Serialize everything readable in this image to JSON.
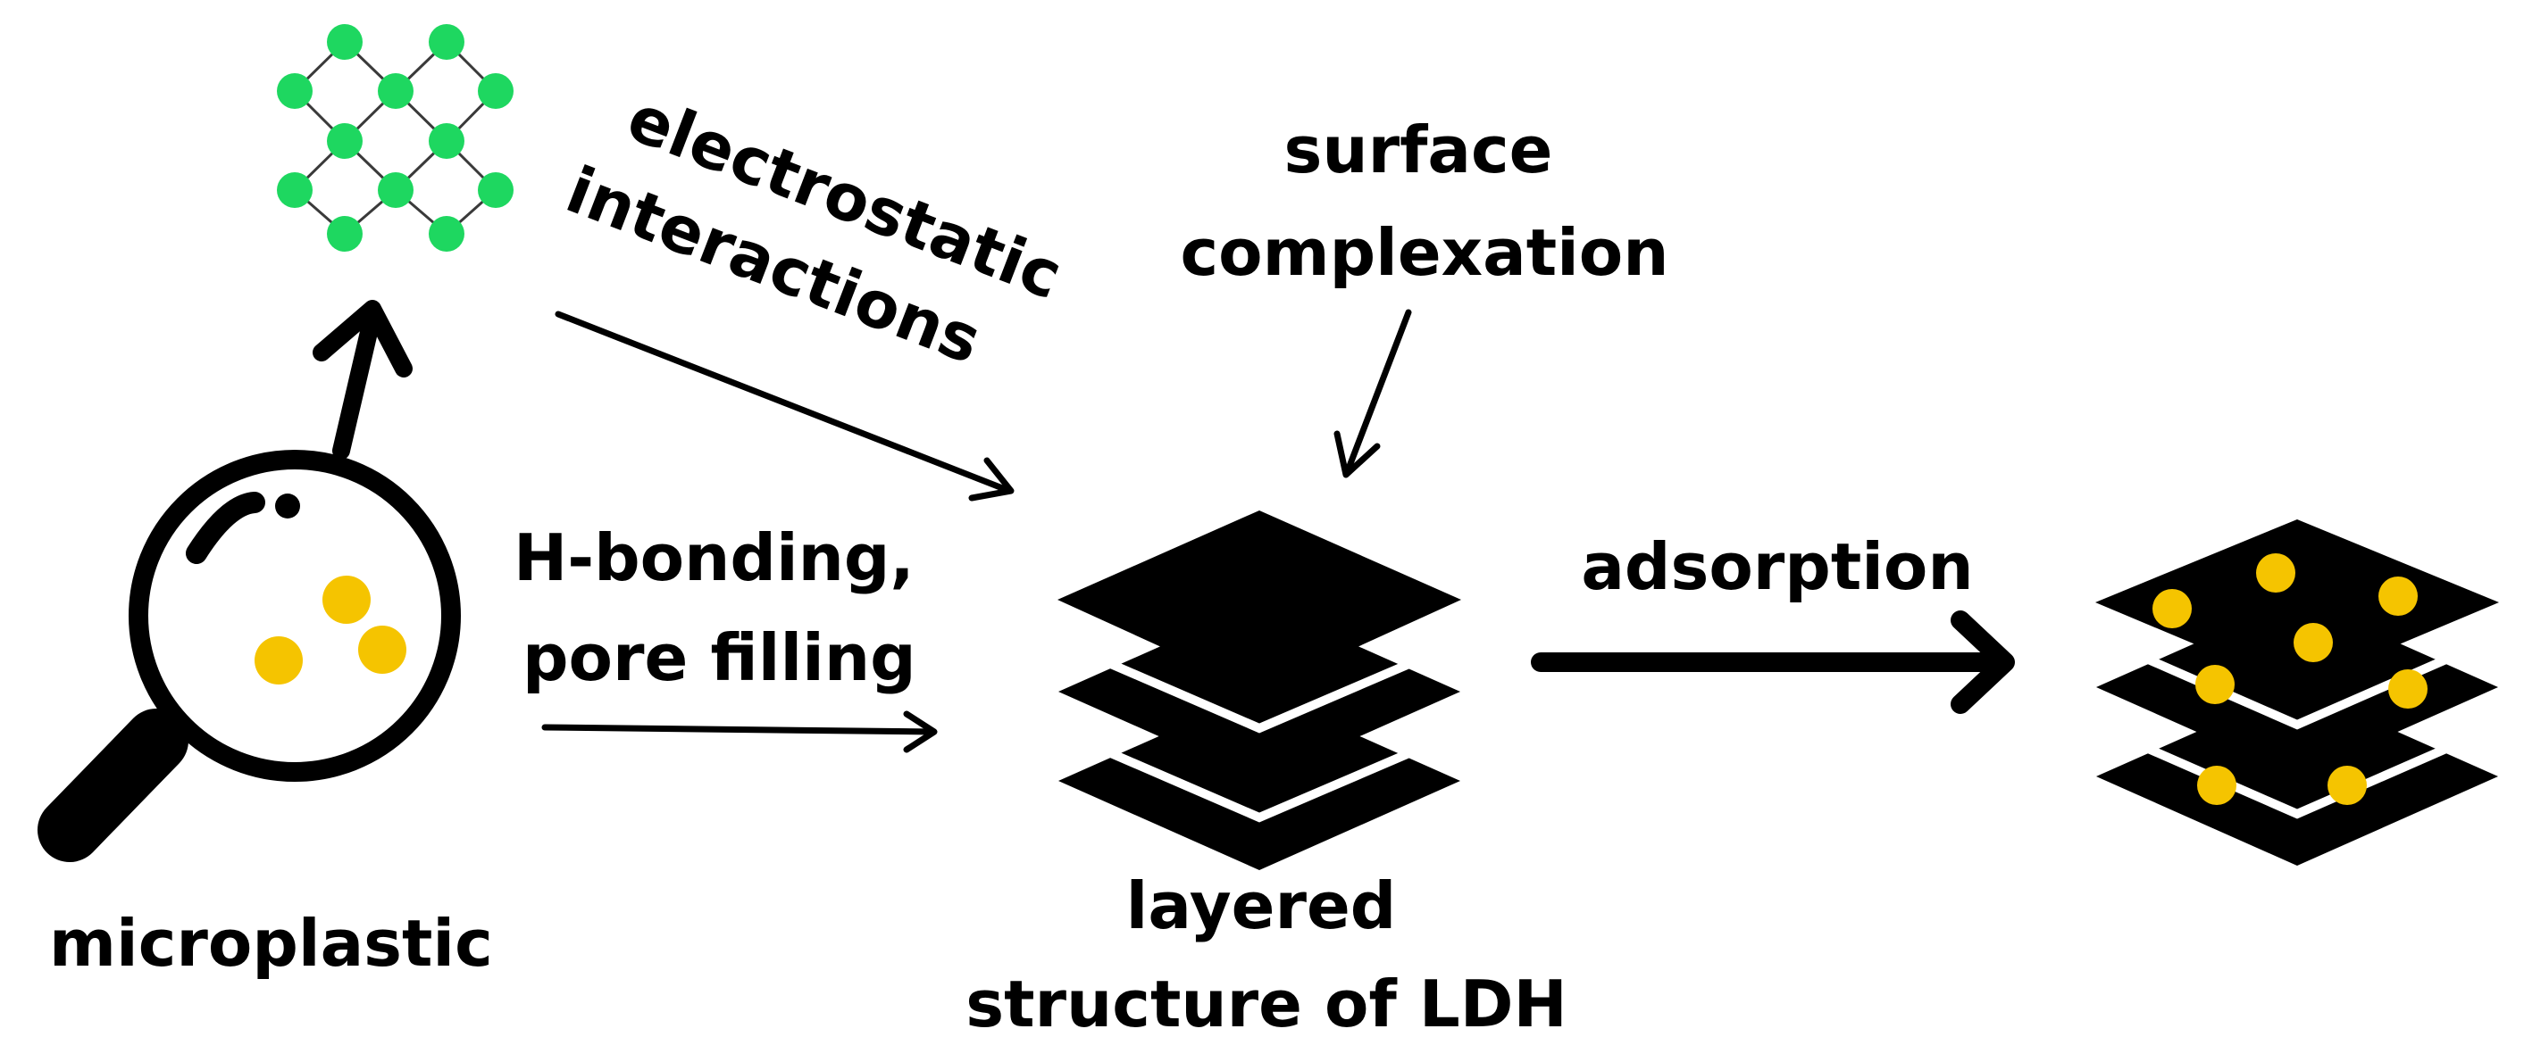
{
  "labels": {
    "microplastic": "microplastic",
    "electrostatic_line1": "electrostatic",
    "electrostatic_line2": "interactions",
    "surface_line1": "surface",
    "surface_line2": "complexation",
    "hbond_line1": "H-bonding,",
    "hbond_line2": "pore filling",
    "ldh_line1": "layered",
    "ldh_line2": "structure of LDH",
    "adsorption": "adsorption"
  },
  "colors": {
    "ink": "#000000",
    "network_node": "#1ed760",
    "network_edge": "#3a3a3a",
    "particle": "#f5c400",
    "background": "#ffffff"
  },
  "icons": {
    "magnifier": "magnifier-icon",
    "molecular_network": "molecular-network-icon",
    "layers_empty": "layer-stack-icon",
    "layers_loaded": "loaded-layer-stack-icon"
  }
}
